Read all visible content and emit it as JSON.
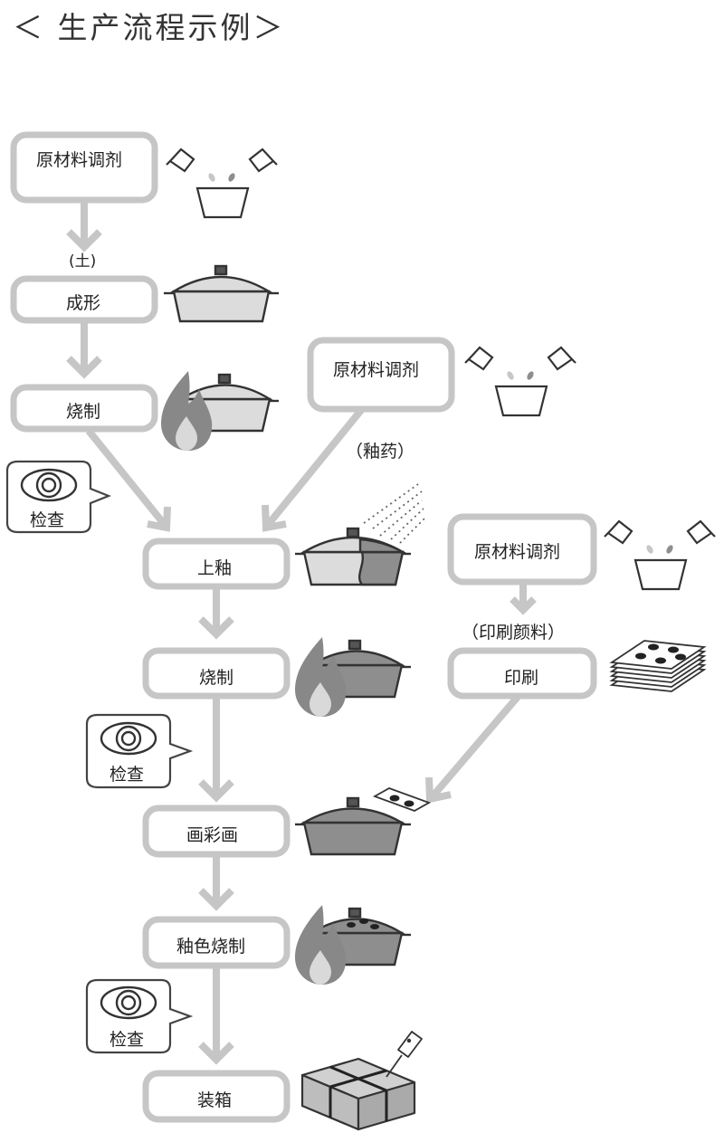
{
  "title": "＜ 生产流程示例＞",
  "steps": {
    "raw_clay": "原材料调剂",
    "forming": "成形",
    "bisque_firing": "烧制",
    "raw_glaze": "原材料调剂",
    "glazing": "上釉",
    "glaze_firing": "烧制",
    "raw_pigment": "原材料调剂",
    "printing": "印刷",
    "painting": "画彩画",
    "color_firing": "釉色烧制",
    "packing": "装箱"
  },
  "annotations": {
    "clay": "(土)",
    "glaze": "（釉药）",
    "pigment": "（印刷颜料）"
  },
  "inspections": [
    "检查",
    "检查",
    "检查"
  ],
  "colors": {
    "box_border": "#c6c6c6",
    "arrow": "#c6c6c6",
    "pot_light": "#dcdcdc",
    "pot_dark": "#8e8e8e",
    "outline": "#333333"
  }
}
